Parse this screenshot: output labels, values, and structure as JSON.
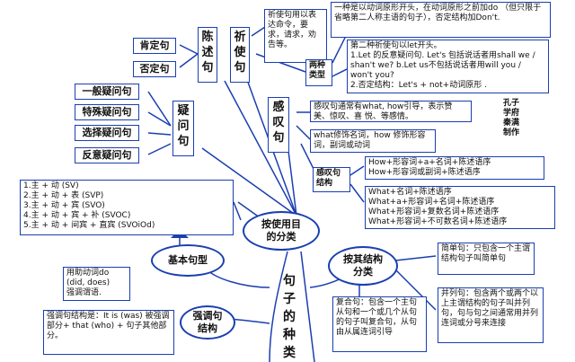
{
  "diagram": {
    "trunk_label": "句\n子\n的\n种\n类",
    "nodes": {
      "by_purpose": "按使用目\n的分类",
      "basic_patterns": "基本句型",
      "by_structure": "按其结构\n分类",
      "emphatic": "强调句\n结构"
    },
    "declarative": {
      "title": "陈\n述\n句",
      "affirmative": "肯定句",
      "negative": "否定句"
    },
    "imperative": {
      "title": "祈\n使\n句",
      "desc": "祈使句用以表达命令，要求，请求，劝告等。",
      "types_label": "两种\n类型",
      "type1": "一种是以动词原形开头，在动词原形之前加do （但只限于省略第二人称主语的句子），否定结构加Don't.",
      "type2": "第二种祈使句以let开头。\n1.Let 的反意疑问句. Let's 包括说话者用shall we / shan't we? b.Let us不包括说话者用will you / won't you?\n2.否定结构：Let's + not+动词原形 ."
    },
    "interrogative": {
      "title": "疑\n问\n句",
      "general": "一般疑问句",
      "special": "特殊疑问句",
      "alternative": "选择疑问句",
      "tag": "反意疑问句"
    },
    "exclamatory": {
      "title": "感\n叹\n句",
      "desc1": "感叹句通常有what, how引导，表示赞美、惊叹、喜 悦、等感情。",
      "desc2": "what修饰名词，how 修饰形容词，副词或动词",
      "structure_label": "感叹句\n结构",
      "how_patterns": "How+形容词+a+名词+陈述语序\nHow+形容词或副词+陈述语序",
      "what_patterns": "What+名词+陈述语序\nWhat+a+形容词+名词+陈述语序\nWhat+形容词+复数名词+陈述语序\nWhat+形容词+不可数名词+陈述语序"
    },
    "patterns": {
      "list": "1.主 + 动 (SV)\n2.主 + 动 + 表 (SVP)\n3.主 + 动 + 宾 (SVO)\n4.主 + 动 + 宾 + 补 (SVOC)\n5.主 + 动 + 间宾 + 直宾 (SVOiOd)"
    },
    "emphasis": {
      "aux": "用助动词do\n(did, does)\n强调谓语.",
      "structure": "强调句结构是：It is (was) 被强调部分+ that (who) + 句子其他部分。"
    },
    "structure_types": {
      "simple": "简单句：只包含一个主谓结构句子叫简单句",
      "compound": "并列句：包含两个或两个以上主谓结构的句子叫并列句，句与句之间通常用并列连词或分号来连接",
      "complex": "复合句：包含一个主句从句和一个或几个从句的句子叫复合句，从句由从属连词引导"
    },
    "author": "孔子\n学府\n秦满\n制作"
  }
}
